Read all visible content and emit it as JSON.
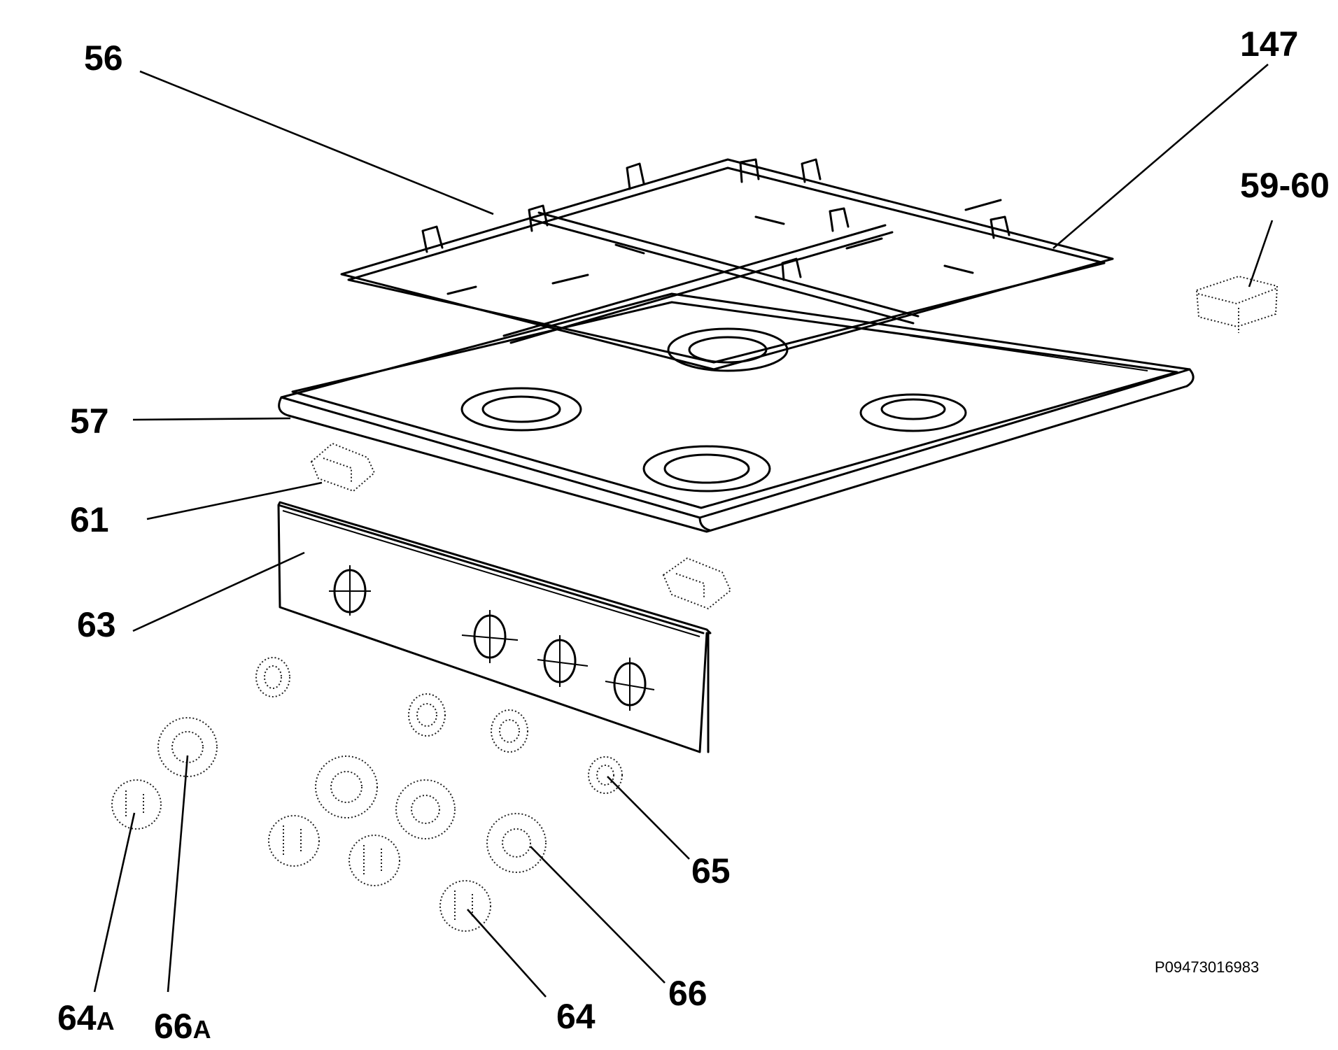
{
  "diagram": {
    "code": "P09473016983",
    "callouts": [
      {
        "id": "56",
        "text": "56"
      },
      {
        "id": "147",
        "text": "147"
      },
      {
        "id": "59-60",
        "text": "59-60"
      },
      {
        "id": "57",
        "text": "57"
      },
      {
        "id": "61",
        "text": "61"
      },
      {
        "id": "63",
        "text": "63"
      },
      {
        "id": "65",
        "text": "65"
      },
      {
        "id": "66",
        "text": "66"
      },
      {
        "id": "64",
        "text": "64"
      },
      {
        "id": "64A",
        "text": "64",
        "suffix": "A"
      },
      {
        "id": "66A",
        "text": "66",
        "suffix": "A"
      }
    ]
  }
}
